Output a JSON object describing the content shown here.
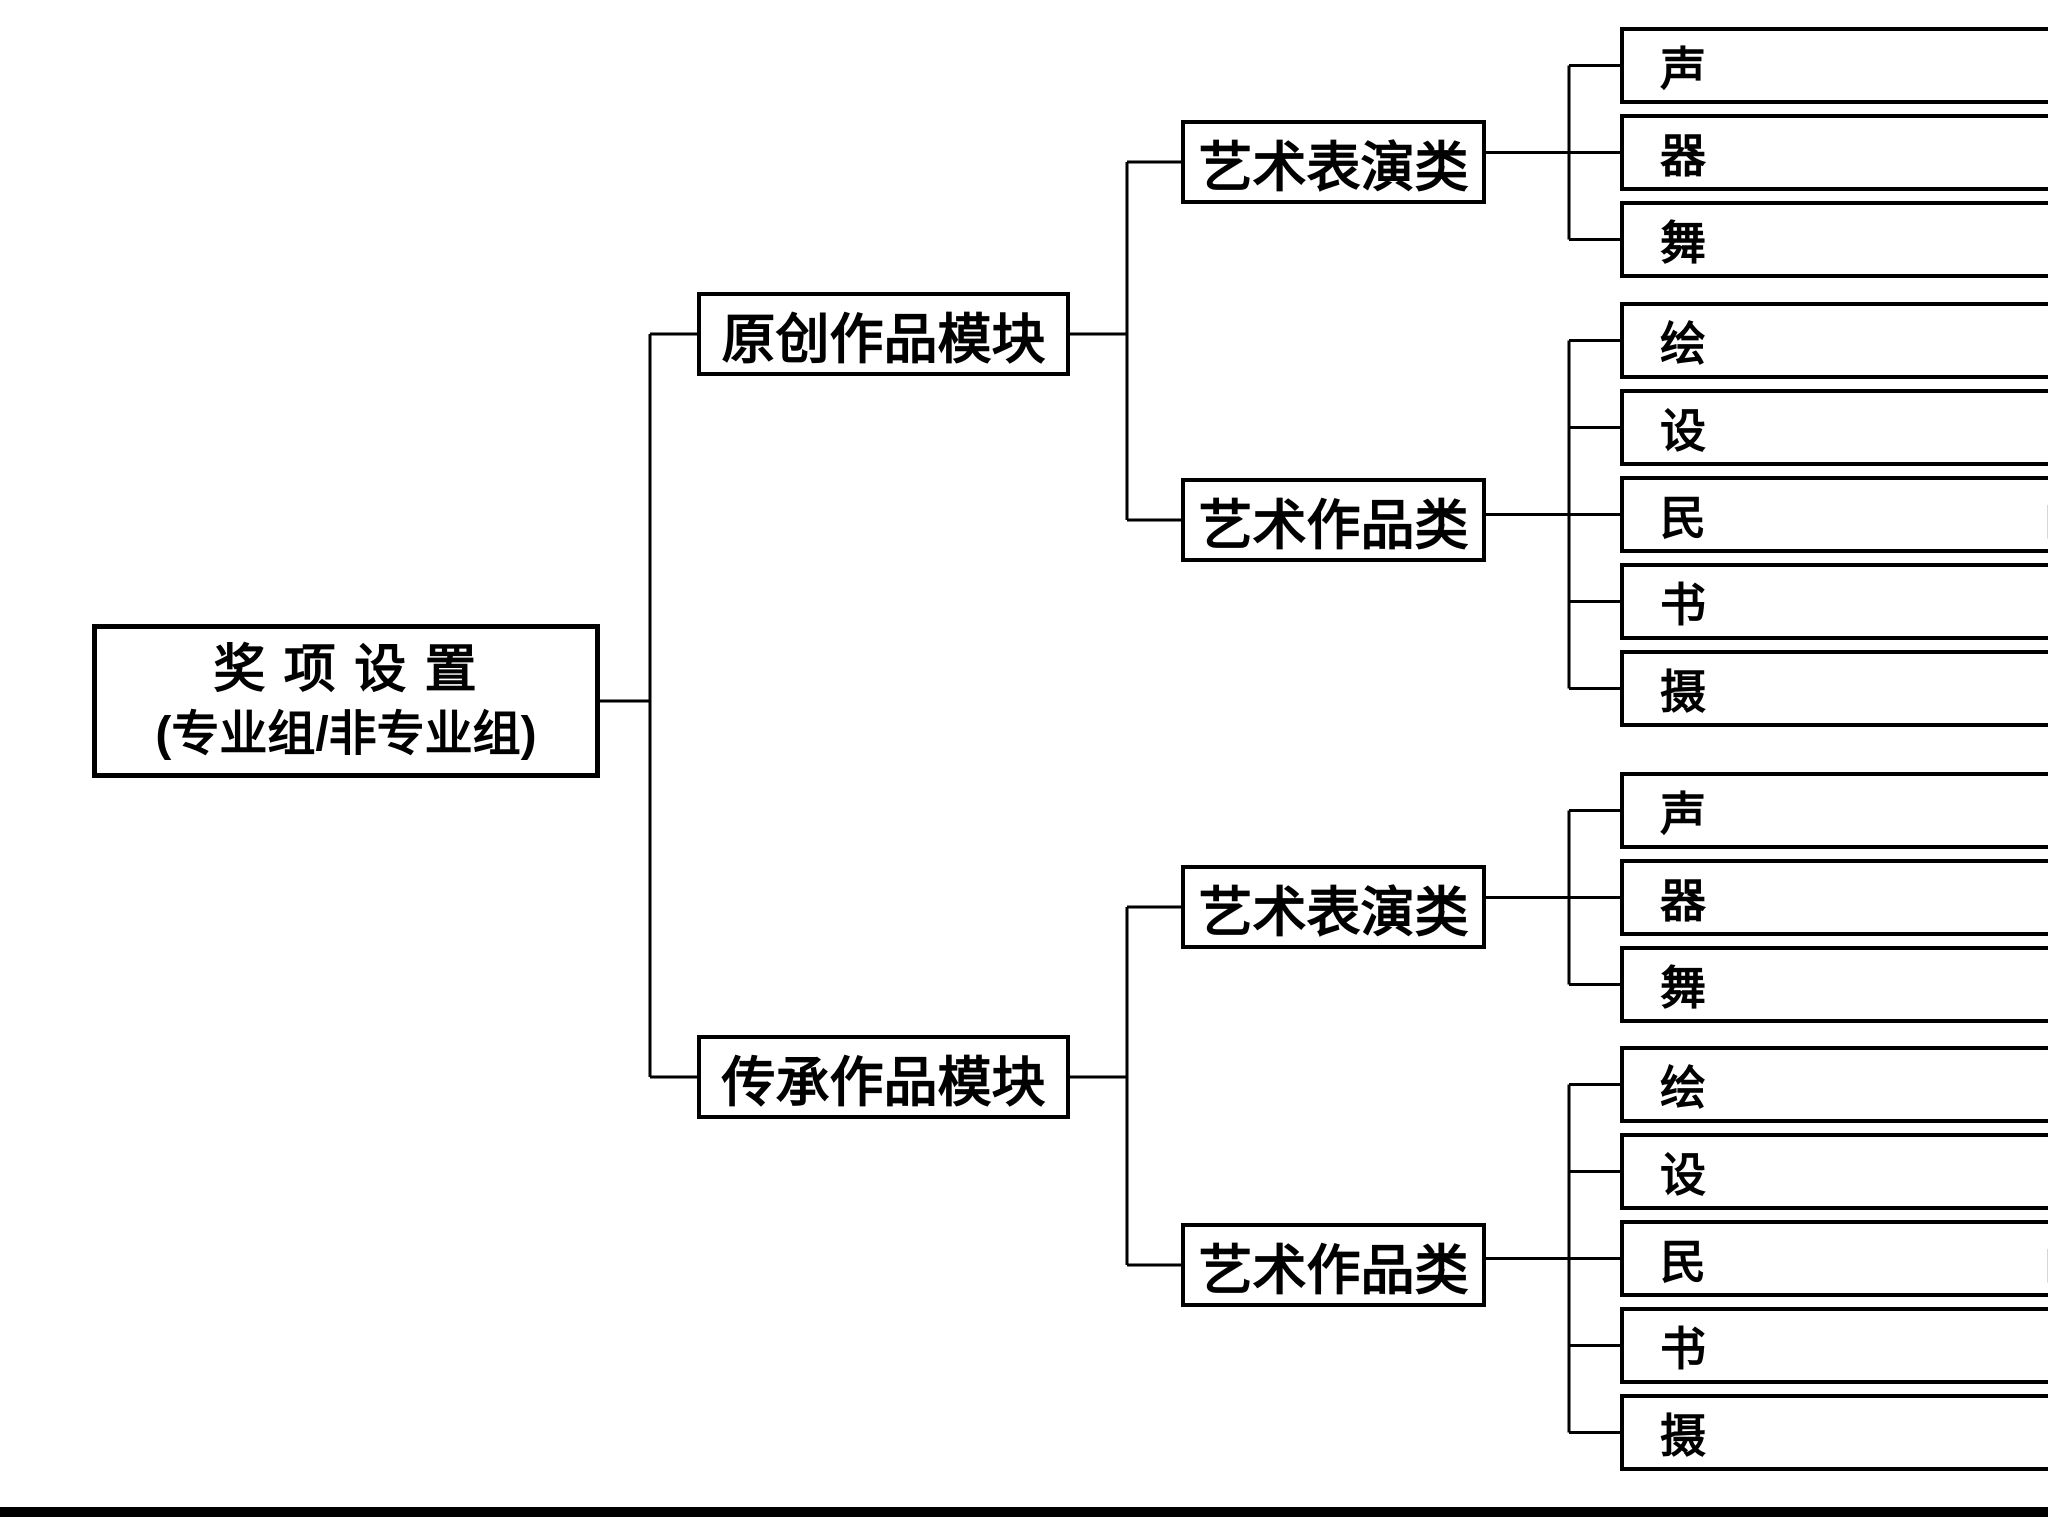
{
  "style": {
    "background_color": "#ffffff",
    "line_color": "#000000",
    "text_color": "#000000"
  },
  "tree": {
    "root": {
      "line1": "奖 项 设 置",
      "line2": "(专业组/非专业组)"
    },
    "modules": [
      {
        "label": "原创作品模块",
        "categories": [
          {
            "label": "艺术表演类",
            "directions": [
              "声乐方向",
              "器乐方向",
              "舞蹈方向"
            ]
          },
          {
            "label": "艺术作品类",
            "directions": [
              "绘画方向",
              "设计方向",
              "民间艺术方向",
              "书法方向",
              "摄影方向"
            ]
          }
        ]
      },
      {
        "label": "传承作品模块",
        "categories": [
          {
            "label": "艺术表演类",
            "directions": [
              "声乐方向",
              "器乐方向",
              "舞蹈方向"
            ]
          },
          {
            "label": "艺术作品类",
            "directions": [
              "绘画方向",
              "设计方向",
              "民间艺术方向",
              "书法方向",
              "摄影方向"
            ]
          }
        ]
      }
    ]
  }
}
